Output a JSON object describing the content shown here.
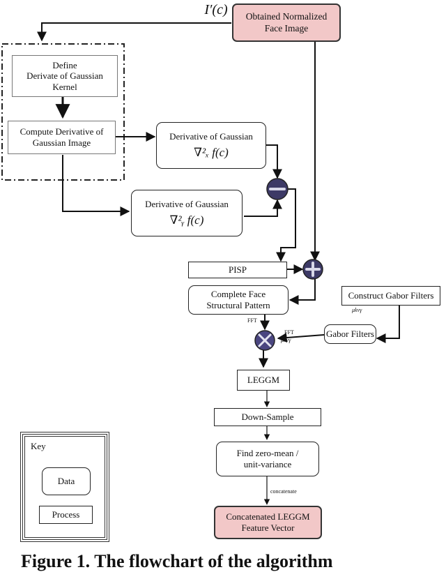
{
  "diagram": {
    "input_label": "I′(c)",
    "nodes": {
      "obtained": "Obtained Normalized\nFace Image",
      "define_kernel": "Define\nDerivate of Gaussian\nKernel",
      "compute_dog": "Compute Derivative of\nGaussian Image",
      "dog_x_title": "Derivative of Gaussian",
      "dog_x_formula": "∇²ₓ f(c)",
      "dog_y_title": "Derivative of Gaussian",
      "dog_y_formula": "∇²ᵧ f(c)",
      "pisp": "PISP",
      "complete_face": "Complete Face\nStructural Pattern",
      "construct_gabor": "Construct Gabor Filters",
      "gabor_filters": "Gabor Filters",
      "leggm": "LEGGM",
      "down_sample": "Down-Sample",
      "zero_mean": "Find zero-mean /\nunit-variance",
      "concatenated": "Concatenated LEGGM\nFeature Vector"
    },
    "operators": {
      "minus": "−",
      "plus": "+",
      "multiply": "×"
    },
    "edge_labels": {
      "fft_left": "FFT",
      "fft_right": "FFT",
      "mu_right": "μkνγ",
      "mu_construct": "μkνγ",
      "concatenate": "concatenate"
    },
    "key": {
      "title": "Key",
      "data": "Data",
      "process": "Process"
    },
    "caption": "Figure 1. The flowchart of the algorithm"
  },
  "colors": {
    "pink": "#f2c8c8",
    "operator_fill": "#3d3a66"
  }
}
